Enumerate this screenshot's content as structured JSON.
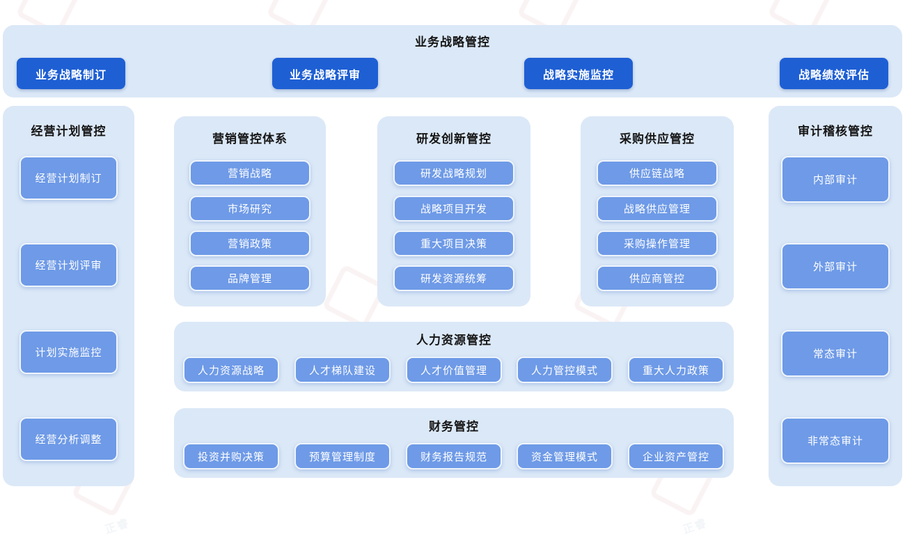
{
  "top_banner": {
    "title": "业务战略管控",
    "buttons": [
      "业务战略制订",
      "业务战略评审",
      "战略实施监控",
      "战略绩效评估"
    ]
  },
  "left_panel": {
    "title": "经营计划管控",
    "items": [
      "经营计划制订",
      "经营计划评审",
      "计划实施监控",
      "经营分析调整"
    ]
  },
  "middle_columns": [
    {
      "title": "营销管控体系",
      "items": [
        "营销战略",
        "市场研究",
        "营销政策",
        "品牌管理"
      ]
    },
    {
      "title": "研发创新管控",
      "items": [
        "研发战略规划",
        "战略项目开发",
        "重大项目决策",
        "研发资源统筹"
      ]
    },
    {
      "title": "采购供应管控",
      "items": [
        "供应链战略",
        "战略供应管理",
        "采购操作管理",
        "供应商管控"
      ]
    }
  ],
  "hr_panel": {
    "title": "人力资源管控",
    "items": [
      "人力资源战略",
      "人才梯队建设",
      "人才价值管理",
      "人力管控模式",
      "重大人力政策"
    ]
  },
  "finance_panel": {
    "title": "财务管控",
    "items": [
      "投资并购决策",
      "预算管理制度",
      "财务报告规范",
      "资金管理模式",
      "企业资产管控"
    ]
  },
  "right_panel": {
    "title": "审计稽核管控",
    "items": [
      "内部审计",
      "外部审计",
      "常态审计",
      "非常态审计"
    ]
  },
  "watermark": {
    "text": "正睿"
  },
  "colors": {
    "panel_bg": "#dbe8f7",
    "primary_button": "#1e5fd4",
    "secondary_button": "#6e9ae7",
    "button_text": "#ffffff",
    "title_text": "#151515"
  }
}
